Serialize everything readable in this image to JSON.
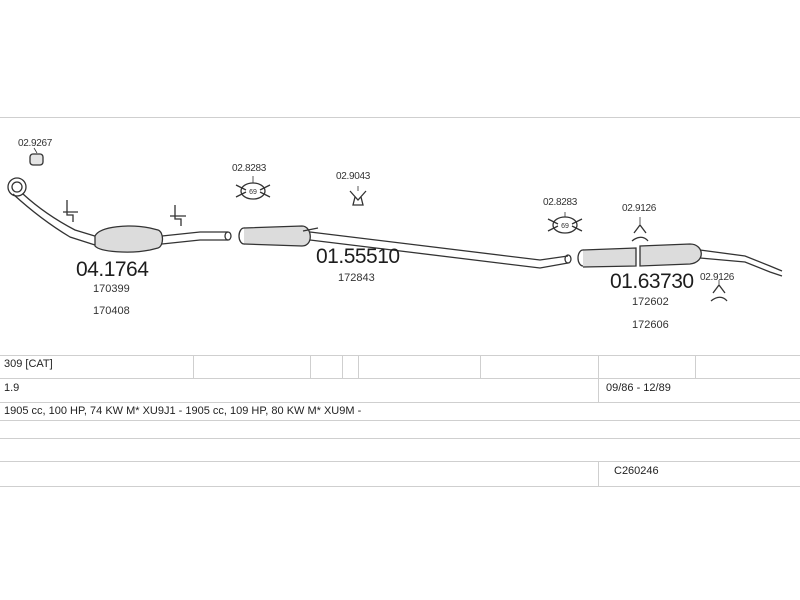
{
  "diagram": {
    "parts": [
      {
        "code": "04.1764",
        "refs": [
          "170399",
          "170408"
        ]
      },
      {
        "code": "01.55510",
        "refs": [
          "172843"
        ]
      },
      {
        "code": "01.63730",
        "refs": [
          "172602",
          "172606"
        ]
      }
    ],
    "accessories": {
      "clamp_front": "02.9267",
      "clamp_mid1": "02.8283",
      "hanger_mid": "02.9043",
      "clamp_mid2": "02.8283",
      "hanger_rear1": "02.9126",
      "hanger_rear2": "02.9126"
    },
    "clamp_badge": "69"
  },
  "info": {
    "model": "309  [CAT]",
    "engine": "1.9",
    "dates": "09/86 - 12/89",
    "spec": "1905 cc, 100 HP, 74 KW M* XU9J1 - 1905 cc, 109 HP, 80 KW M* XU9M -",
    "ref": "C260246"
  },
  "colors": {
    "stroke": "#333333",
    "grid": "#cfcfcf",
    "part_fill": "#dcdcdc"
  }
}
